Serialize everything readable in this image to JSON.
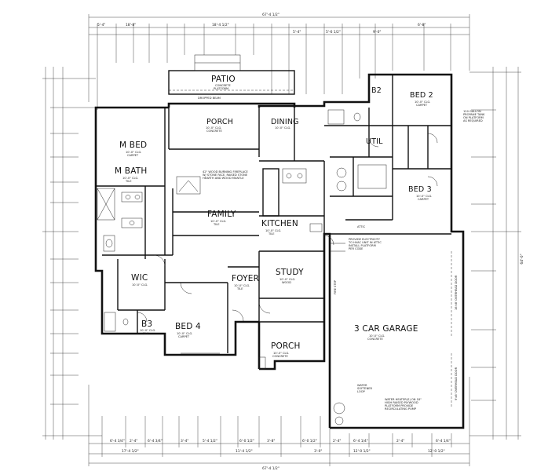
{
  "rooms": {
    "patio": "PATIO",
    "porch_rear": "PORCH",
    "dining": "DINING",
    "b2": "B2",
    "bed2": "BED 2",
    "m_bed": "M BED",
    "m_bath": "M BATH",
    "util": "UTIL",
    "bed3": "BED 3",
    "family": "FAMILY",
    "kitchen": "KITCHEN",
    "wic": "WIC",
    "foyer": "FOYER",
    "study": "STUDY",
    "b3": "B3",
    "bed4": "BED 4",
    "garage": "3 CAR GARAGE",
    "porch_front": "PORCH"
  },
  "overall_dims": {
    "top_total": "67'-4 1/2\"",
    "bottom_total": "67'-4 1/2\"",
    "right_total": "64'-0\""
  },
  "top_dims": [
    "5'-4\"",
    "18'-8\"",
    "18'-4 1/2\"",
    "5'-4\"",
    "5'-6 1/2\"",
    "9'-0\"",
    "6'-8\""
  ],
  "bottom_dims": [
    "6'-4 3/4\"",
    "2'-4\"",
    "6'-4 3/4\"",
    "3'-4\"",
    "5'-4 1/2\"",
    "6'-0 1/2\"",
    "3'-8\"",
    "6'-0 1/2\"",
    "2'-4\"",
    "6'-4 1/4\"",
    "2'-4\"",
    "6'-4 1/4\""
  ],
  "bottom_totals": [
    "17'-4 1/2\"",
    "11'-4 1/2\"",
    "3'-0\"",
    "12'-0 1/2\"",
    "12'-0 1/2\""
  ],
  "notes": {
    "patio": [
      "CONCRETE",
      "PLATFORM"
    ],
    "porch": [
      "10'-0\" CLG.",
      "CONCRETE"
    ],
    "dining": [
      "10'-0\" CLG."
    ],
    "bed2": [
      "10'-0\" CLG.",
      "CARPET"
    ],
    "bed3": [
      "10'-0\" CLG.",
      "CARPET"
    ],
    "mbed": [
      "10'-0\" CLG.",
      "CARPET"
    ],
    "mbath": [
      "10'-0\" CLG.",
      "TILE"
    ],
    "family": [
      "10'-0\" CLG.",
      "TILE"
    ],
    "kitchen": [
      "10'-0\" CLG.",
      "TILE"
    ],
    "study": [
      "10'-0\" CLG.",
      "WOOD"
    ],
    "bed4": [
      "10'-0\" CLG.",
      "CARPET"
    ],
    "garage": [
      "10'-0\" CLG.",
      "CONCRETE"
    ],
    "wic": [
      "10'-0\" CLG."
    ],
    "b3": [
      "10'-0\" CLG.",
      "TILE"
    ],
    "foyer": [
      "10'-0\" CLG.",
      "TILE"
    ],
    "porch_front": [
      "10'-0\" CLG.",
      "CONCRETE"
    ],
    "propane": [
      "120 GALLON",
      "PROPANE TANK",
      "ON PLATFORM",
      "AS REQUIRED"
    ],
    "hvac": [
      "PROVIDE ELECTRICITY",
      "TO HVAC UNIT IN ATTIC",
      "INSTALL PLATFORM",
      "PER CODE"
    ],
    "water_heater": [
      "WATER HEATER(S) ON 18\"",
      "HIGH RAISED PLYWOOD",
      "PLATFORM PROVIDE",
      "RECIRCULATING PUMP"
    ],
    "water_softener": [
      "WATER",
      "SOFTENER",
      "LOOP"
    ],
    "fireplace": [
      "42\" WOOD BURNING FIREPLACE",
      "W/ STONE FACE, RAISED STONE",
      "HEARTH AND WOOD MANTLE"
    ],
    "garage_door": "16'x8' OVERHEAD DOOR",
    "garage_door2": "9'x8' OVERHEAD DOOR",
    "dropped_beam": "DROPPED BEAM",
    "fire_step": "FIRE STEP",
    "attic": "ATTIC"
  }
}
